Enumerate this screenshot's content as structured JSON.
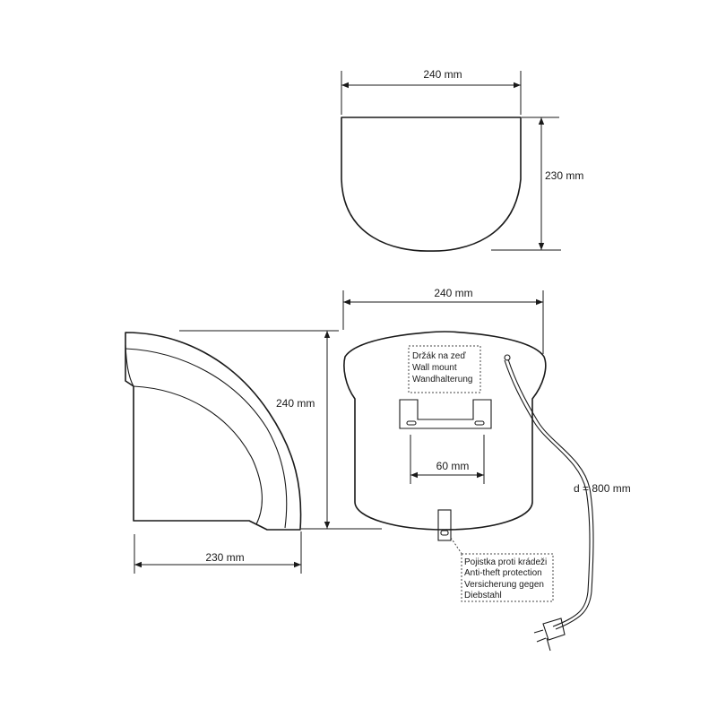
{
  "top_view": {
    "width_label": "240 mm",
    "height_label": "230 mm"
  },
  "side_view": {
    "height_label": "240 mm",
    "depth_label": "230 mm"
  },
  "front_view": {
    "width_label": "240 mm",
    "bracket_label": "60 mm",
    "cable_label": "d = 800 mm",
    "wall_mount_notes": [
      "Držák na zeď",
      "Wall mount",
      "Wandhalterung"
    ],
    "anti_theft_notes": [
      "Pojistka proti krádeži",
      "Anti-theft protection",
      "Versicherung gegen",
      "Diebstahl"
    ]
  },
  "icons": [
    "arrowhead-icon",
    "plug-icon"
  ]
}
